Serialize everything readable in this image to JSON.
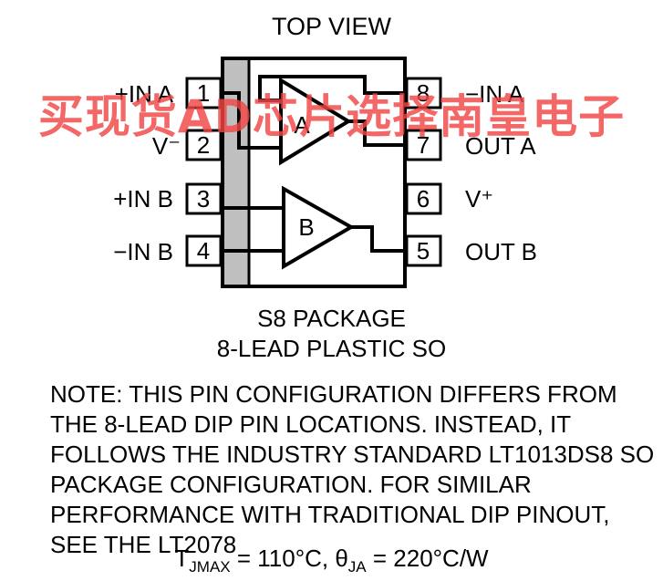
{
  "header": {
    "title": "TOP VIEW"
  },
  "pins": {
    "left": [
      {
        "num": "1",
        "label": "+IN A"
      },
      {
        "num": "2",
        "label": "V⁻"
      },
      {
        "num": "3",
        "label": "+IN B"
      },
      {
        "num": "4",
        "label": "−IN B"
      }
    ],
    "right": [
      {
        "num": "8",
        "label": "−IN A"
      },
      {
        "num": "7",
        "label": "OUT A"
      },
      {
        "num": "6",
        "label": "V⁺"
      },
      {
        "num": "5",
        "label": "OUT B"
      }
    ]
  },
  "amplifiers": {
    "a": "A",
    "b": "B"
  },
  "package": {
    "line1": "S8 PACKAGE",
    "line2": "8-LEAD PLASTIC SO"
  },
  "note": "NOTE: THIS PIN CONFIGURATION DIFFERS FROM THE 8-LEAD DIP PIN LOCATIONS. INSTEAD, IT FOLLOWS THE INDUSTRY STANDARD LT1013DS8 SO PACKAGE CONFIGURATION. FOR SIMILAR PERFORMANCE WITH TRADITIONAL DIP PINOUT, SEE THE LT2078",
  "thermal": {
    "t_symbol": "T",
    "t_sub": "JMAX",
    "t_value": " = 110°C, ",
    "theta_symbol": "θ",
    "theta_sub": "JA",
    "theta_value": " = 220°C/W"
  },
  "watermark": "买现货AD芯片选择南皇电子",
  "colors": {
    "ink": "#000000",
    "stripe": "#bfbfbf",
    "watermark": "#f04646"
  }
}
